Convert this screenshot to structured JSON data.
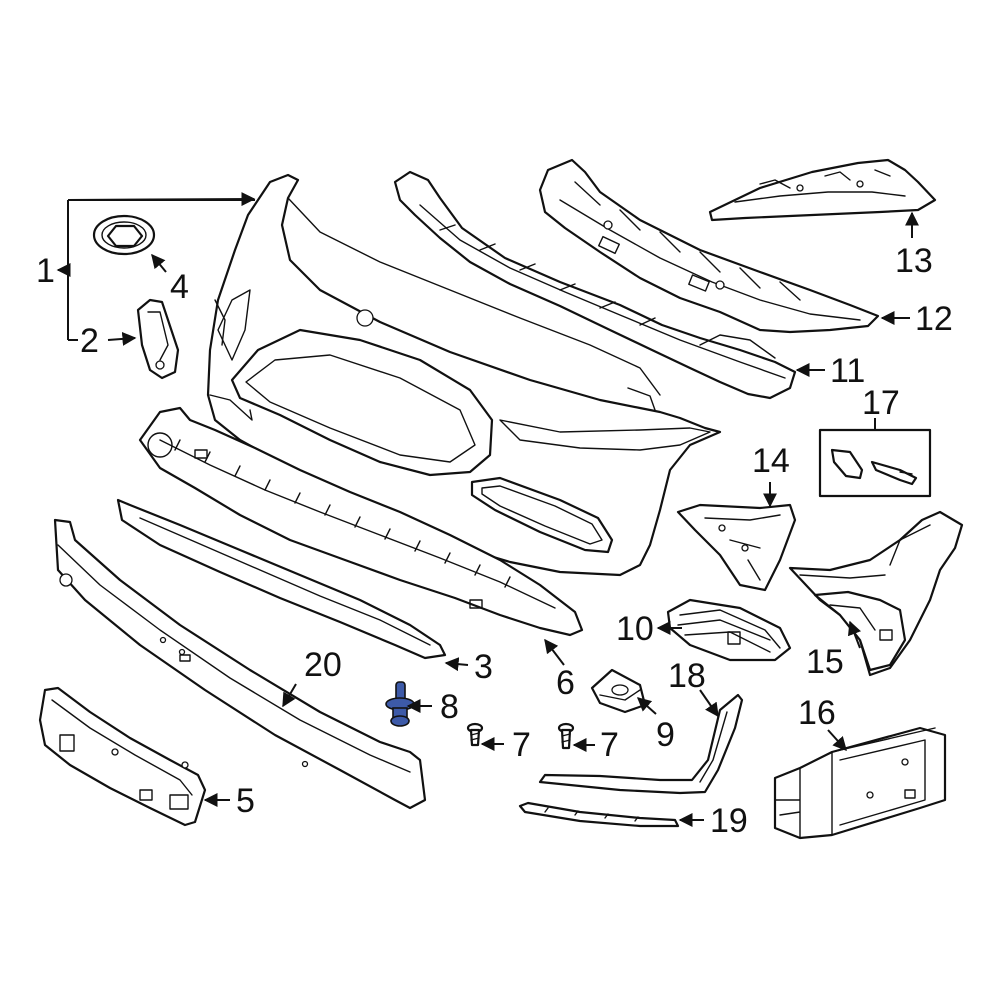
{
  "accent_color": "#3d5aa8",
  "callouts": {
    "c1": "1",
    "c2": "2",
    "c3": "3",
    "c4": "4",
    "c5": "5",
    "c6": "6",
    "c7a": "7",
    "c7b": "7",
    "c8": "8",
    "c9": "9",
    "c10": "10",
    "c11": "11",
    "c12": "12",
    "c13": "13",
    "c14": "14",
    "c15": "15",
    "c16": "16",
    "c17": "17",
    "c18": "18",
    "c19": "19",
    "c20": "20"
  },
  "highlighted_part": "8"
}
